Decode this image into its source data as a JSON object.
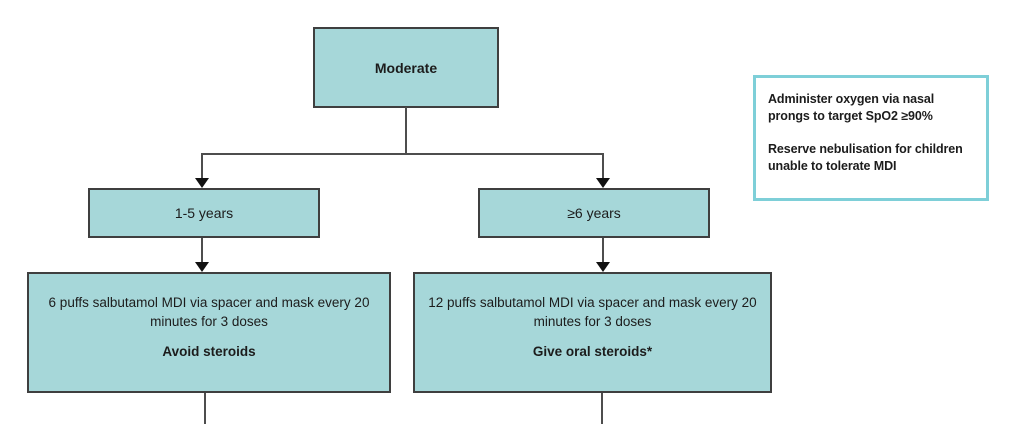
{
  "flowchart": {
    "severity": {
      "label": "Moderate"
    },
    "branches": {
      "left": {
        "age_label": "1-5 years",
        "treatment": {
          "dose": "6 puffs salbutamol MDI via spacer and mask every 20 minutes for 3 doses",
          "steroids": "Avoid steroids"
        }
      },
      "right": {
        "age_label": "≥6 years",
        "treatment": {
          "dose": "12 puffs salbutamol MDI via spacer and mask every 20 minutes for 3 doses",
          "steroids": "Give oral steroids*"
        }
      }
    },
    "note": {
      "paragraph1": "Administer oxygen via nasal prongs to target SpO2 ≥90%",
      "paragraph2": "Reserve nebulisation for children unable to tolerate MDI"
    },
    "colors": {
      "box_fill": "#a6d7d9",
      "box_border": "#3f3f3f",
      "note_border": "#7ecfd8",
      "connector": "#4d4d4d",
      "arrow": "#111111",
      "text": "#1c1c1c"
    }
  }
}
